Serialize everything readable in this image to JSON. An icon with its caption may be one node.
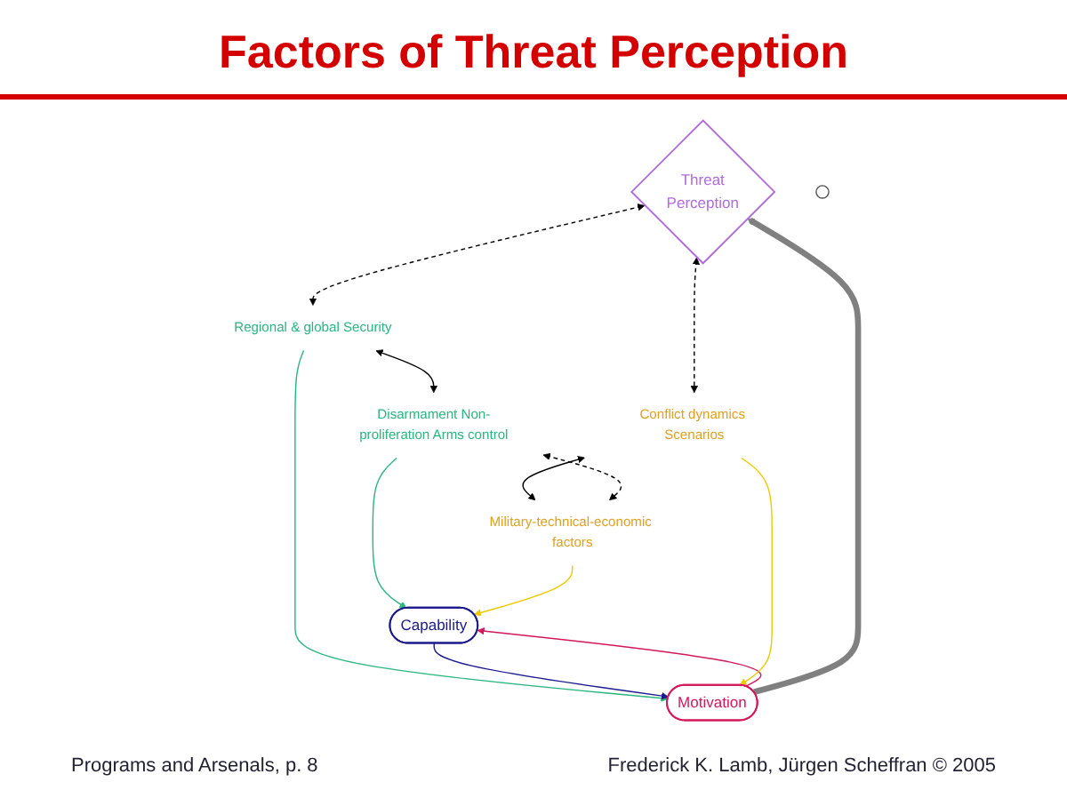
{
  "diagram": {
    "title": "Factors of Threat Perception",
    "nodes": [
      {
        "text": [
          "Threat",
          "Perception"
        ]
      },
      {
        "text": [
          "Regional & global Security"
        ]
      },
      {
        "text": [
          "Disarmament Non-proliferation Arms control"
        ]
      },
      {
        "text": [
          "Motivation"
        ]
      },
      {
        "text": [],
        "shape": "circle"
      },
      {
        "text": [
          "Capability"
        ]
      },
      {
        "text": [
          "Conflict dynamics Scenarios"
        ]
      },
      {
        "text": [
          "Military-technical-economic factors"
        ]
      }
    ],
    "edges": [
      {
        "from": 1,
        "to": 2,
        "arrow": "both"
      },
      {
        "from": 1,
        "to": 3,
        "arrow": "to",
        "color": "#2bb57f"
      },
      {
        "from": 2,
        "to": 5,
        "arrow": "to",
        "color": "#2bb57f"
      },
      {
        "from": 3,
        "to": 5,
        "arrow": "to",
        "color": "#d2185a"
      },
      {
        "from": 5,
        "to": 3,
        "arrow": "to",
        "color": "#1a1a8c"
      },
      {
        "from": 6,
        "to": 3,
        "arrow": "to",
        "color": "#f0c800"
      },
      {
        "from": 7,
        "to": 5,
        "arrow": "to",
        "color": "#f0c800"
      },
      {
        "from": 3,
        "to": 0,
        "arrow": "to",
        "style": "thick",
        "color": "#808080"
      },
      {
        "from": 6,
        "to": 7,
        "arrow": "both"
      },
      {
        "from": 0,
        "to": 1,
        "arrow": "both",
        "style": "dashed"
      },
      {
        "from": 0,
        "to": 6,
        "arrow": "both",
        "style": "dashed"
      },
      {
        "from": 2,
        "to": 7,
        "arrow": "both",
        "style": "dashed"
      }
    ],
    "labels": [
      "Programs and Arsenals, p. 8",
      "Frederick K. Lamb, Jürgen Scheffran © 2005"
    ]
  }
}
